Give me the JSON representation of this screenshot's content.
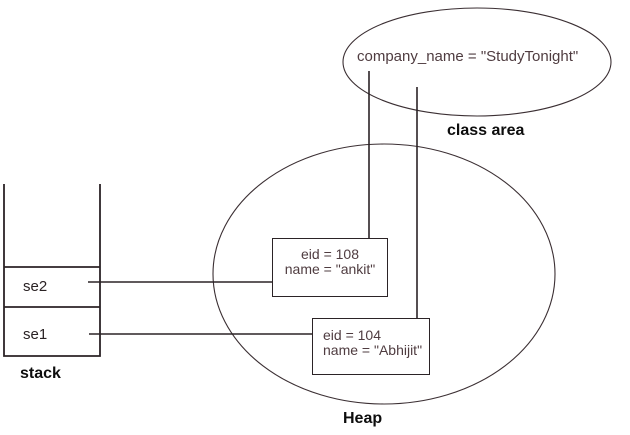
{
  "diagram": {
    "title": "java-memory-model-diagram",
    "class_area": {
      "field": "company_name = \"StudyTonight\"",
      "label": "class area"
    },
    "heap": {
      "label": "Heap",
      "objects": [
        {
          "line1": "eid = 108",
          "line2": "name = \"ankit\""
        },
        {
          "line1": "eid = 104",
          "line2": "name = \"Abhijit\""
        }
      ]
    },
    "stack": {
      "label": "stack",
      "frames": [
        "se2",
        "se1"
      ]
    },
    "colors": {
      "background": "#ffffff",
      "line": "#2b2326",
      "ellipse_stroke": "#3b2f33",
      "value_text": "#4f3c40",
      "label_text": "#0d0d0d"
    }
  }
}
